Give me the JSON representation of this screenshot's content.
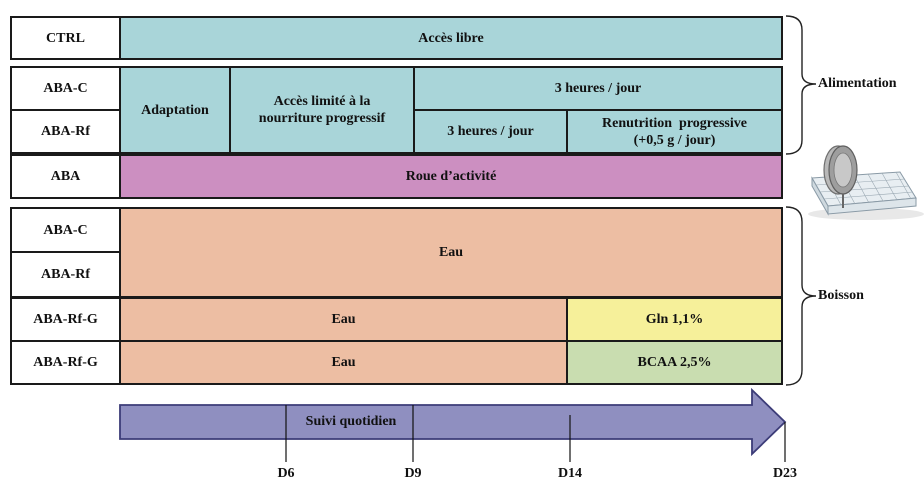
{
  "colors": {
    "teal": "#a9d5d9",
    "pink": "#cc8fc1",
    "salmon": "#edbea3",
    "yellow": "#f6f09a",
    "green": "#c9ddb0",
    "arrow": "#8f8fc0"
  },
  "groups": {
    "ctrl": {
      "label": "CTRL",
      "access": "Accès libre"
    },
    "feeding": {
      "label_abac": "ABA-C",
      "label_abarf": "ABA-Rf",
      "adaptation": "Adaptation",
      "limited_line1": "Accès limité à la",
      "limited_line2": "nourriture progressif",
      "three_hours_top": "3 heures / jour",
      "three_hours_bottom": "3 heures / jour",
      "refeeding_line1": "Renutrition  progressive",
      "refeeding_line2": "(+0,5 g / jour)"
    },
    "wheel": {
      "label": "ABA",
      "text": "Roue d’activité"
    },
    "drink": {
      "label_abac": "ABA-C",
      "label_abarf": "ABA-Rf",
      "water": "Eau",
      "label_gln": "ABA-Rf-G",
      "water_gln": "Eau",
      "gln": "Gln 1,1%",
      "label_bcaa": "ABA-Rf-G",
      "water_bcaa": "Eau",
      "bcaa": "BCAA 2,5%"
    }
  },
  "braces": {
    "feeding": "Alimentation",
    "drink": "Boisson"
  },
  "timeline": {
    "arrow_label": "Suivi quotidien",
    "days": [
      "D6",
      "D9",
      "D14",
      "D23"
    ]
  },
  "images": {
    "wheel_cage": "running-wheel-cage-icon"
  }
}
